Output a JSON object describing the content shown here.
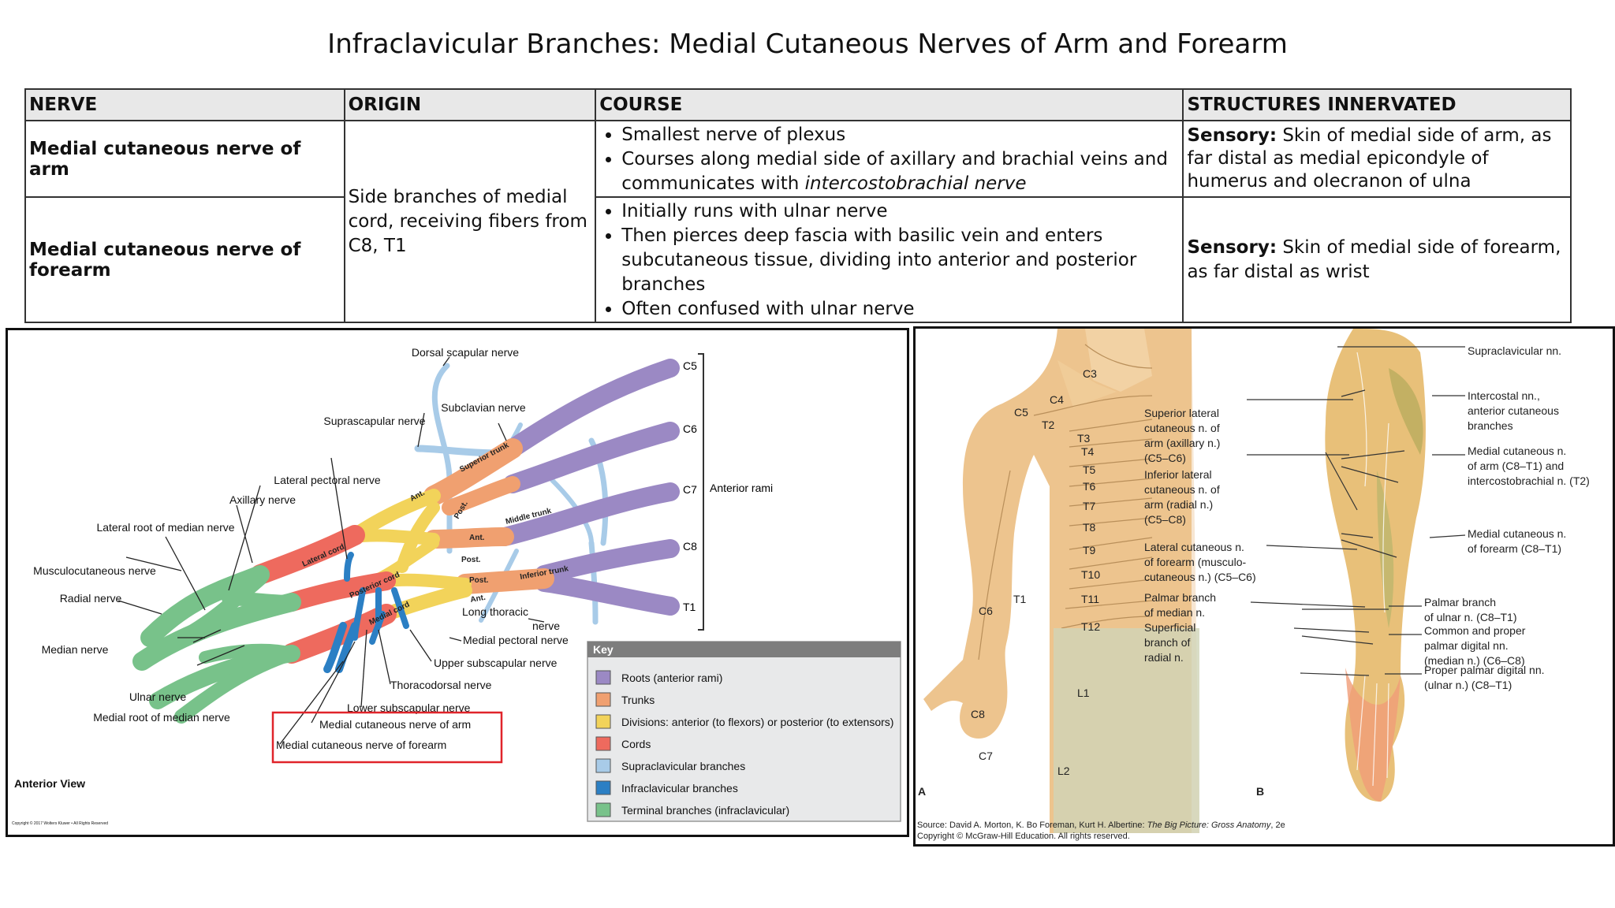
{
  "title": "Infraclavicular Branches: Medial Cutaneous Nerves of Arm and Forearm",
  "table": {
    "headers": [
      "NERVE",
      "ORIGIN",
      "COURSE",
      "STRUCTURES INNERVATED"
    ],
    "rows": [
      {
        "nerve": "Medial cutaneous nerve of arm",
        "course": [
          "Smallest nerve of plexus",
          "Courses along medial side of axillary and brachial veins and communicates with ",
          "intercostobrachial nerve"
        ],
        "sensory_label": "Sensory:",
        "innervated": " Skin of medial side of arm, as far distal as medial epicondyle of humerus and olecranon of ulna"
      },
      {
        "nerve": "Medial cutaneous nerve of forearm",
        "course": [
          "Initially runs with ulnar nerve",
          "Then pierces deep fascia with basilic vein and enters subcutaneous tissue, dividing into anterior and posterior branches",
          "Often confused with ulnar nerve"
        ],
        "sensory_label": "Sensory:",
        "innervated": " Skin of medial side of forearm, as far distal as wrist"
      }
    ],
    "shared_origin": "Side branches of medial cord, receiving fibers from C8, T1"
  },
  "plexus": {
    "roots": [
      "C5",
      "C6",
      "C7",
      "C8",
      "T1"
    ],
    "anterior_rami": "Anterior rami",
    "labels": {
      "dorsal_scapular": "Dorsal scapular nerve",
      "subclavian": "Subclavian nerve",
      "suprascapular": "Suprascapular nerve",
      "lateral_pectoral": "Lateral pectoral nerve",
      "axillary": "Axillary nerve",
      "lateral_root_median": "Lateral root of median nerve",
      "musculocutaneous": "Musculocutaneous nerve",
      "radial": "Radial nerve",
      "median": "Median nerve",
      "ulnar": "Ulnar nerve",
      "medial_root_median": "Medial root of median nerve",
      "long_thoracic": "Long thoracic nerve",
      "medial_pectoral": "Medial pectoral nerve",
      "upper_subscapular": "Upper subscapular nerve",
      "thoracodorsal": "Thoracodorsal nerve",
      "lower_subscapular": "Lower subscapular nerve",
      "med_cut_arm": "Medial cutaneous nerve of arm",
      "med_cut_forearm": "Medial cutaneous nerve of forearm",
      "anterior_view": "Anterior View",
      "copyright": "Copyright © 2017 Wolters Kluwer • All Rights Reserved"
    },
    "segment_labels": [
      "Superior trunk",
      "Middle trunk",
      "Inferior trunk",
      "Ant.",
      "Post.",
      "Ant.",
      "Post.",
      "Post.",
      "Ant.",
      "Lateral cord",
      "Posterior cord",
      "Medial cord"
    ],
    "key": {
      "title": "Key",
      "items": [
        {
          "label": "Roots (anterior rami)",
          "color": "#9b89c4"
        },
        {
          "label": "Trunks",
          "color": "#f0a070"
        },
        {
          "label": "Divisions: anterior (to flexors) or posterior (to extensors)",
          "color": "#f2d35a"
        },
        {
          "label": "Cords",
          "color": "#ee6a5e"
        },
        {
          "label": "Supraclavicular branches",
          "color": "#a8cbe8"
        },
        {
          "label": "Infraclavicular branches",
          "color": "#2b7fc4"
        },
        {
          "label": "Terminal branches (infraclavicular)",
          "color": "#78c28a"
        }
      ]
    }
  },
  "dermatome": {
    "segments": [
      "C3",
      "C4",
      "C5",
      "T2",
      "T3",
      "T4",
      "T5",
      "T6",
      "T7",
      "T8",
      "T9",
      "T10",
      "T11",
      "T12",
      "L1",
      "L2",
      "T1",
      "C6",
      "C8",
      "C7"
    ],
    "left_labels": [
      "Superior lateral cutaneous n. of arm (axillary n.) (C5–C6)",
      "Inferior lateral cutaneous n. of arm (radial n.) (C5–C8)",
      "Lateral cutaneous n. of forearm (musculo-cutaneous n.) (C5–C6)",
      "Palmar branch of median n.",
      "Superficial branch of radial n."
    ],
    "right_labels": [
      "Supraclavicular nn.",
      "Intercostal nn., anterior cutaneous branches",
      "Medial cutaneous n. of arm (C8–T1) and intercostobrachial n. (T2)",
      "Medial cutaneous n. of forearm (C8–T1)",
      "Palmar branch of ulnar n. (C8–T1)",
      "Common and proper palmar digital nn. (median n.) (C6–C8)",
      "Proper palmar digital nn. (ulnar n.) (C8–T1)"
    ],
    "panel_a": "A",
    "panel_b": "B",
    "source_prefix": "Source: David A. Morton, K. Bo Foreman, Kurt H. Albertine: ",
    "source_book": "The Big Picture: Gross Anatomy",
    "source_suffix": ", 2e",
    "copyright": "Copyright © McGraw-Hill Education. All rights reserved."
  },
  "colors": {
    "root": "#9b89c4",
    "trunk": "#f0a070",
    "division": "#f2d35a",
    "cord": "#ee6a5e",
    "supra": "#a8cbe8",
    "infra": "#2b7fc4",
    "terminal": "#78c28a",
    "highlight": "#e0242a"
  }
}
